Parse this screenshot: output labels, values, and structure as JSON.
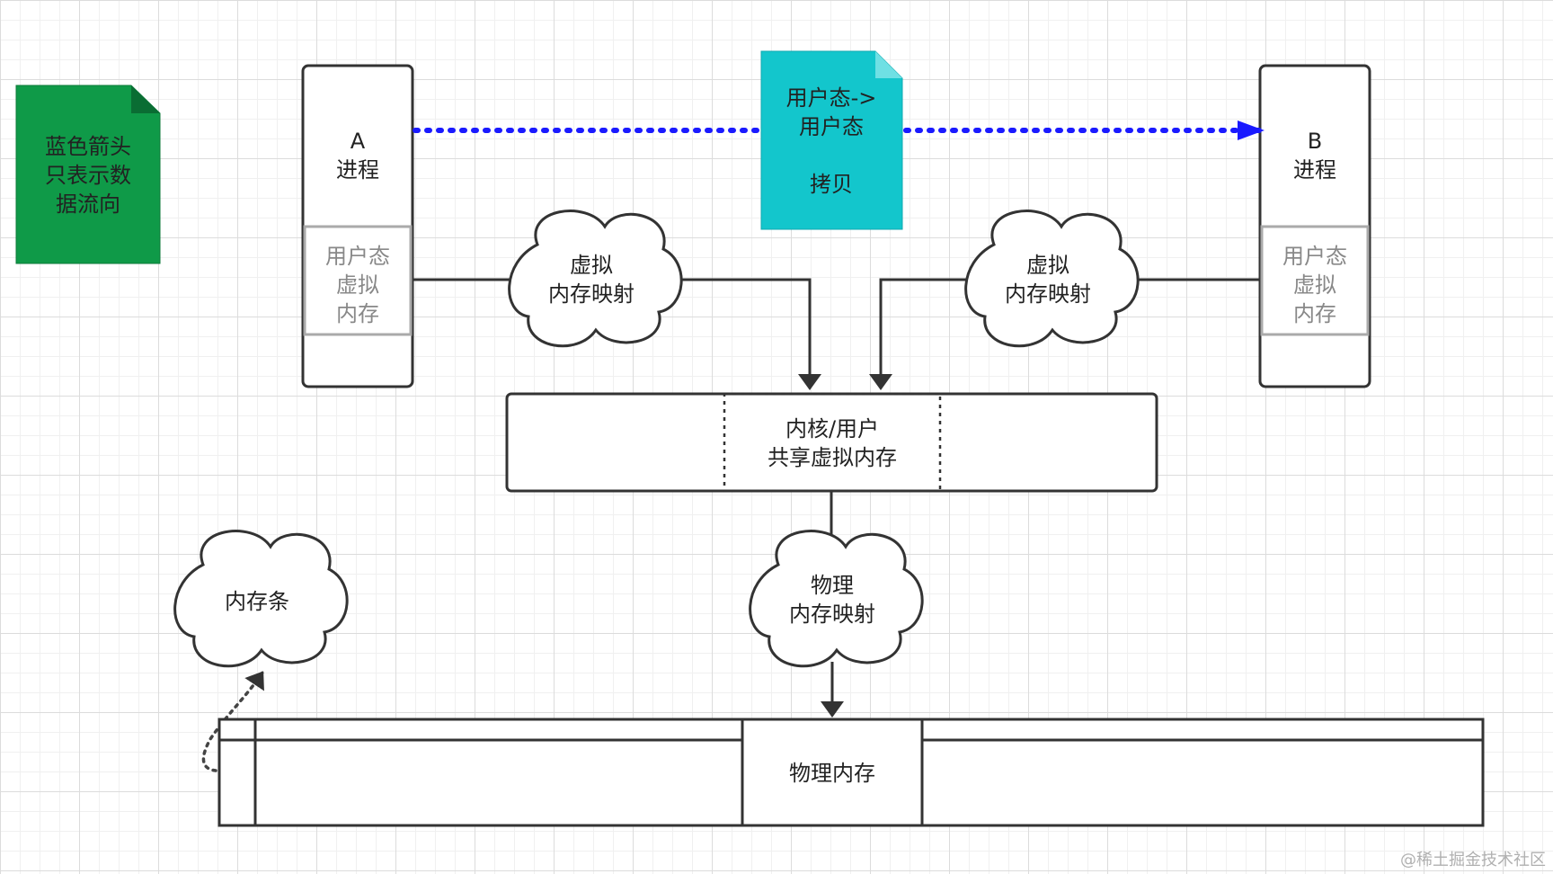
{
  "legend_note": {
    "lines": [
      "蓝色箭头",
      "只表示数",
      "据流向"
    ],
    "color": "#0f9a48"
  },
  "copy_note": {
    "lines": [
      "用户态->",
      "用户态",
      "",
      "拷贝"
    ],
    "color": "#13c6cc"
  },
  "process_a": {
    "title_lines": [
      "A",
      "进程"
    ],
    "memory_lines": [
      "用户态",
      "虚拟",
      "内存"
    ]
  },
  "process_b": {
    "title_lines": [
      "B",
      "进程"
    ],
    "memory_lines": [
      "用户态",
      "虚拟",
      "内存"
    ]
  },
  "cloud_left": {
    "lines": [
      "虚拟",
      "内存映射"
    ]
  },
  "cloud_right": {
    "lines": [
      "虚拟",
      "内存映射"
    ]
  },
  "shared_memory": {
    "lines": [
      "内核/用户",
      "共享虚拟内存"
    ]
  },
  "cloud_physical": {
    "lines": [
      "物理",
      "内存映射"
    ]
  },
  "cloud_ram": {
    "lines": [
      "内存条"
    ]
  },
  "physical_memory": {
    "label": "物理内存"
  },
  "watermark": "@稀土掘金技术社区",
  "colors": {
    "data_flow_arrow": "#1a1aff",
    "stroke": "#222222"
  }
}
